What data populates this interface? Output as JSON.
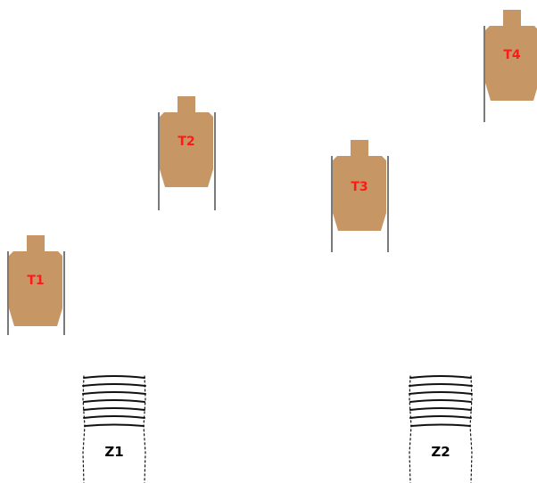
{
  "colors": {
    "target_body": "#c69765",
    "target_label": "#ff1a1a",
    "stand_post": "#222222",
    "zone_mark": "#111111",
    "background": "#ffffff"
  },
  "targets": [
    {
      "label": "T1",
      "icon": "cardboard-silhouette-target-icon"
    },
    {
      "label": "T2",
      "icon": "cardboard-silhouette-target-icon"
    },
    {
      "label": "T3",
      "icon": "cardboard-silhouette-target-icon"
    },
    {
      "label": "T4",
      "icon": "cardboard-silhouette-target-icon"
    }
  ],
  "zones": [
    {
      "label": "Z1",
      "icon": "shooting-box-icon"
    },
    {
      "label": "Z2",
      "icon": "shooting-box-icon"
    }
  ]
}
